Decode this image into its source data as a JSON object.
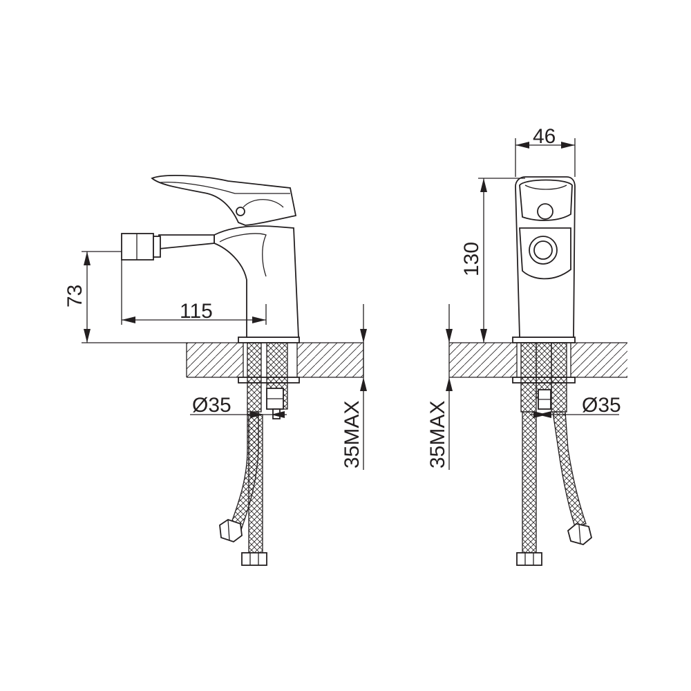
{
  "side_view": {
    "height_label": "73",
    "reach_label": "115",
    "hole_diameter_label": "Ø35",
    "thickness_label": "35MAX"
  },
  "front_view": {
    "width_label": "46",
    "height_label": "130",
    "hole_diameter_label": "Ø35",
    "thickness_label": "35MAX"
  }
}
